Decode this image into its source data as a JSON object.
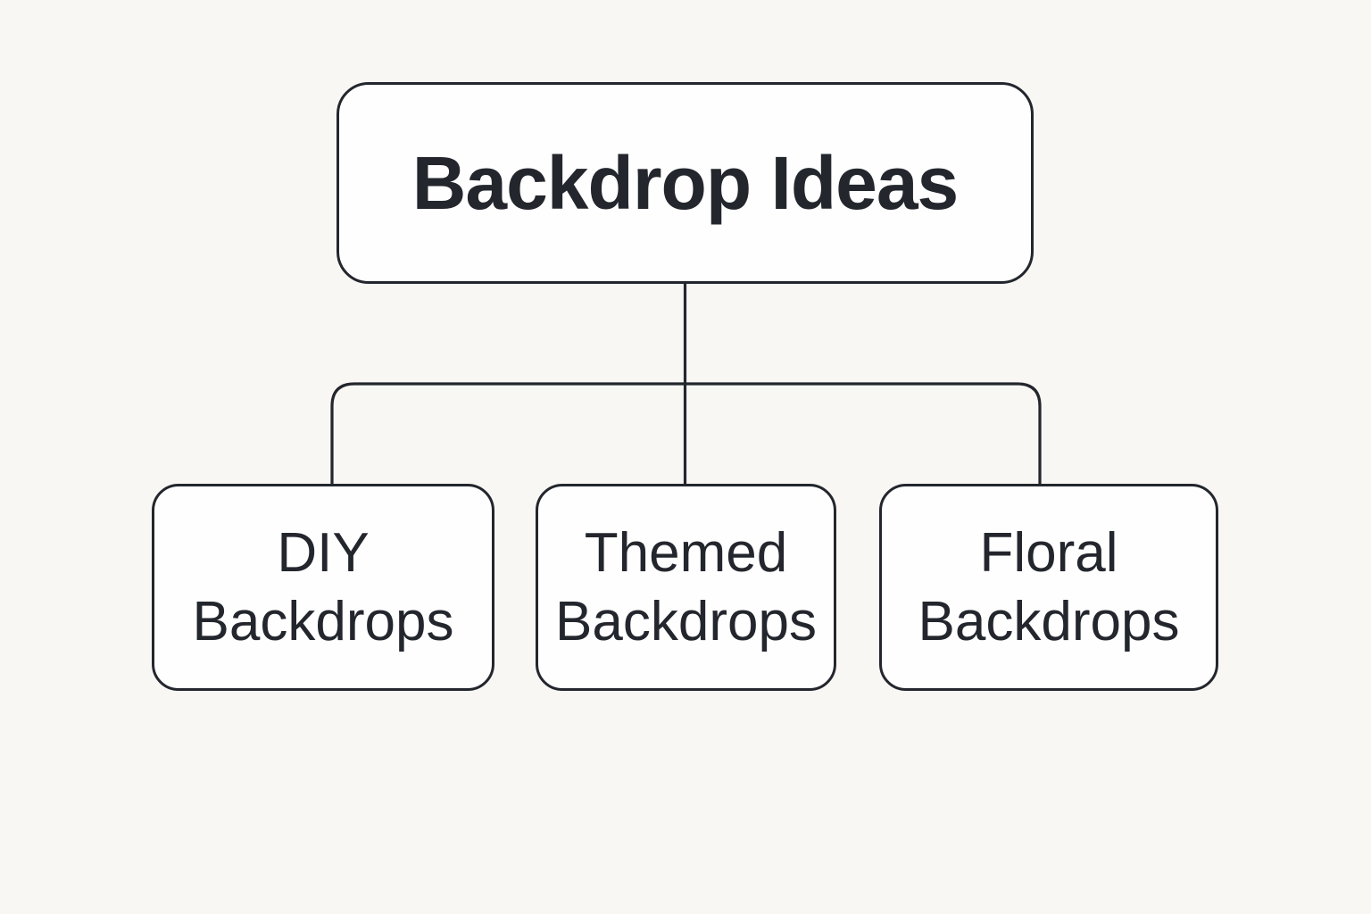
{
  "diagram": {
    "type": "tree",
    "root": {
      "label": "Backdrop Ideas"
    },
    "children": [
      {
        "label": "DIY Backdrops",
        "line1": "DIY",
        "line2": "Backdrops"
      },
      {
        "label": "Themed Backdrops",
        "line1": "Themed",
        "line2": "Backdrops"
      },
      {
        "label": "Floral Backdrops",
        "line1": "Floral",
        "line2": "Backdrops"
      }
    ],
    "colors": {
      "background": "#f8f7f4",
      "node_fill": "#fefefe",
      "node_border": "#23262d",
      "text": "#23262d",
      "connector": "#23262d"
    }
  }
}
